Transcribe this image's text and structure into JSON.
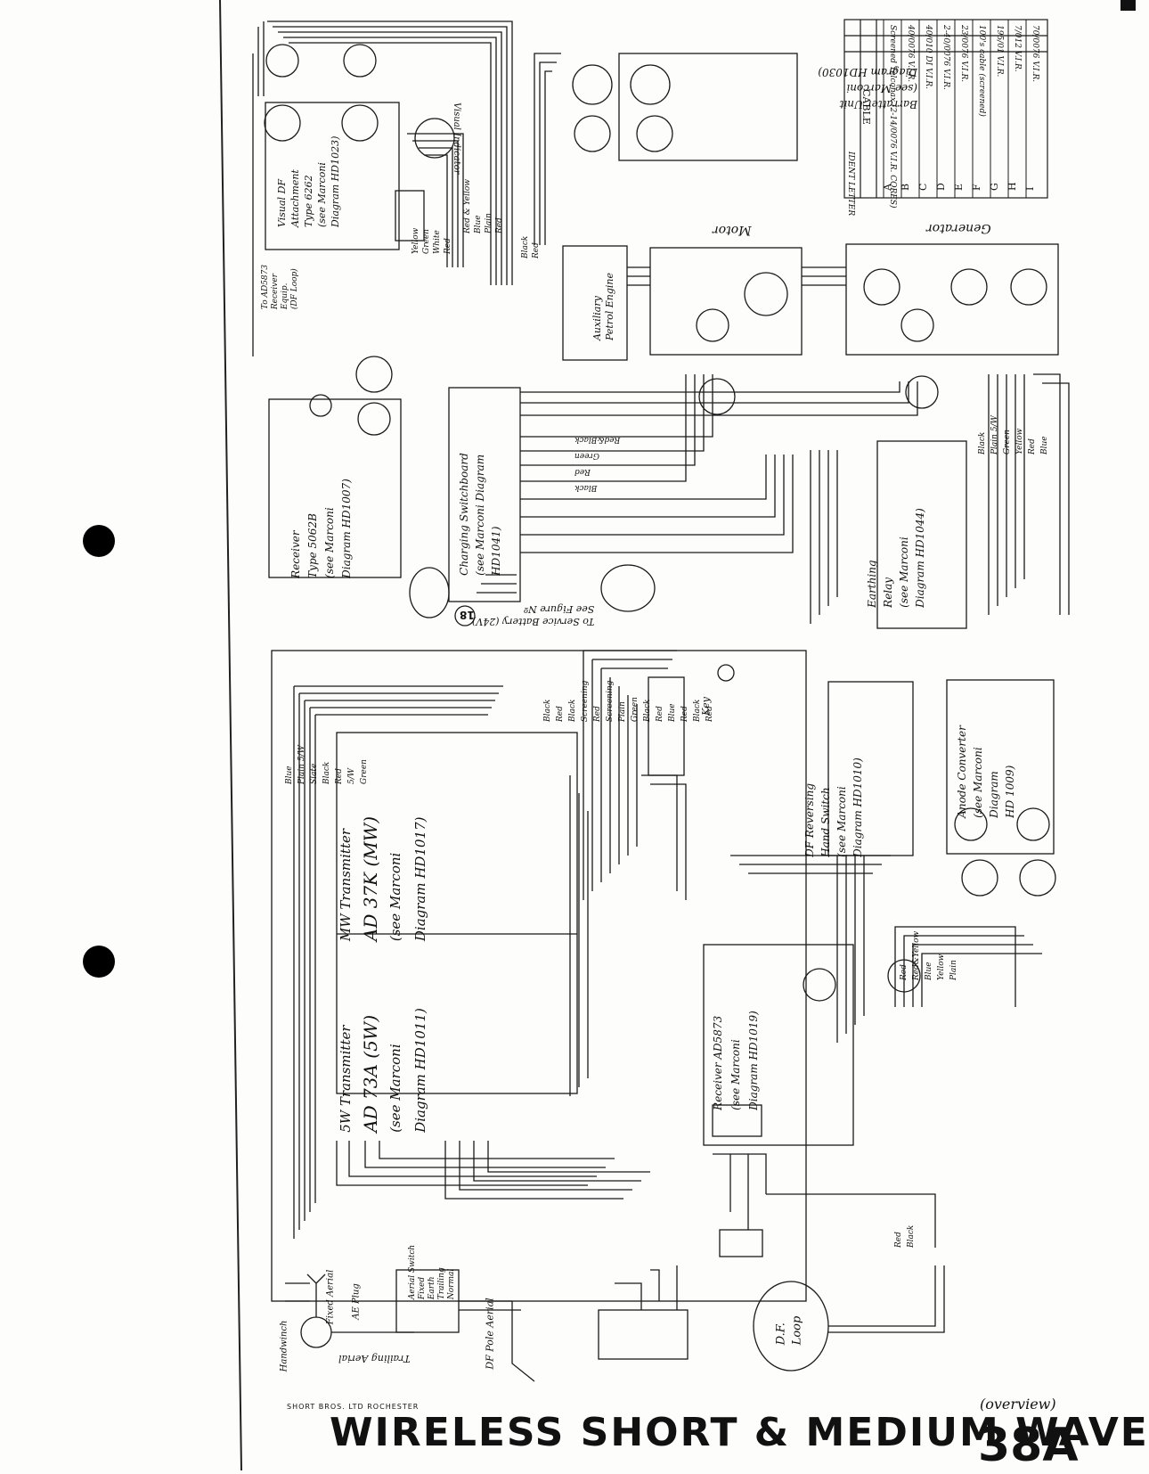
{
  "title": "WIRELESS SHORT & MEDIUM WAVE",
  "figure_number": "38A",
  "figure_note": "(overview)",
  "maker": "SHORT BROS. LTD ROCHESTER",
  "cable_table": {
    "header_ident": "IDENT LETTER",
    "header_cable": "CABLE",
    "rows": [
      {
        "letter": "A",
        "cable": "Screened Telconax (2-14/0076 V.I.R. CORES)"
      },
      {
        "letter": "B",
        "cable": "40/0076 V.I.R."
      },
      {
        "letter": "C",
        "cable": "40/010 DI V.I.R."
      },
      {
        "letter": "D",
        "cable": "2-40/0076 V.I.R."
      },
      {
        "letter": "E",
        "cable": "23/0076 V.I.R."
      },
      {
        "letter": "F",
        "cable": "100's cable (screened)"
      },
      {
        "letter": "G",
        "cable": "195/01 V.I.R."
      },
      {
        "letter": "H",
        "cable": "7/012 V.I.R."
      },
      {
        "letter": "I",
        "cable": "70/0076 V.I.R."
      }
    ]
  },
  "units": {
    "visual_df": [
      "Visual DF",
      "Attachment",
      "Type 6262",
      "(see Marconi",
      "Diagram HD1023)"
    ],
    "visual_indicator": "Visual Indicator",
    "barratter": [
      "Barratter Unit",
      "(see Marconi",
      "Diagram HD1030)"
    ],
    "motor": "Motor",
    "generator": "Generator",
    "petrol_engine": [
      "Auxiliary",
      "Petrol Engine"
    ],
    "receiver_5062": [
      "Receiver",
      "Type 5062B",
      "(see Marconi",
      "Diagram HD1007)"
    ],
    "charging_switchboard": [
      "Charging Switchboard",
      "(see Marconi Diagram",
      "HD1041)"
    ],
    "earthing_relay": [
      "Earthing",
      "Relay",
      "(see Marconi",
      "Diagram HD1044)"
    ],
    "to_battery": [
      "To Service Battery (24V)",
      "See Figure Nº"
    ],
    "battery_fig": "18",
    "mw_transmitter": [
      "MW Transmitter",
      "AD 37K (MW)",
      "(see Marconi",
      "Diagram HD1017)"
    ],
    "sw_transmitter": [
      "5W Transmitter",
      "AD 73A (5W)",
      "(see Marconi",
      "Diagram HD1011)"
    ],
    "df_reversing": [
      "DF Reversing",
      "Hand Switch",
      "(see Marconi",
      "Diagram HD1010)"
    ],
    "anode_converter": [
      "Anode Converter",
      "(see Marconi",
      "Diagram",
      "HD 1009)"
    ],
    "receiver_ad5873": [
      "Receiver AD5873",
      "(see Marconi",
      "Diagram HD1019)"
    ],
    "key": "Key",
    "df_loop": [
      "D.F.",
      "Loop"
    ],
    "df_pole_aerial": "DF Pole Aerial",
    "aerial_switch": [
      "Aerial Switch",
      "Fixed",
      "Earth",
      "Trailing",
      "Normal"
    ],
    "fixed_aerial": "Fixed Aerial",
    "ae_plug": "AE Plug",
    "handwinch": "Handwinch",
    "trailing_aerial": "Trailing Aerial",
    "receiver_equip": [
      "To AD5873",
      "Receiver",
      "Equip.",
      "(DF Loop)"
    ]
  },
  "wire_labels": {
    "vdf": [
      "Yellow",
      "Green",
      "White",
      "Red"
    ],
    "indicator": [
      "Red & Yellow",
      "Blue",
      "Plain",
      "Red"
    ],
    "petrol": [
      "Black",
      "Red"
    ],
    "switchboard": [
      "Red&Black",
      "Green",
      "Red",
      "Black"
    ],
    "relay": [
      "Black",
      "Plain 5/W",
      "Green",
      "Yellow",
      "Red",
      "Blue"
    ],
    "tx": [
      "Blue",
      "Plain 5/W",
      "Slate",
      "Black",
      "Red",
      "5/W",
      "Green"
    ],
    "key_area": [
      "Black",
      "Red",
      "Black",
      "Screening",
      "Red",
      "Screening",
      "Plain",
      "Green",
      "Black",
      "Red",
      "Blue",
      "Red",
      "Black",
      "Red"
    ],
    "anode": [
      "Red",
      "Red&Yellow",
      "Blue",
      "Yellow",
      "Plain"
    ],
    "loop": [
      "Red",
      "Black"
    ]
  }
}
